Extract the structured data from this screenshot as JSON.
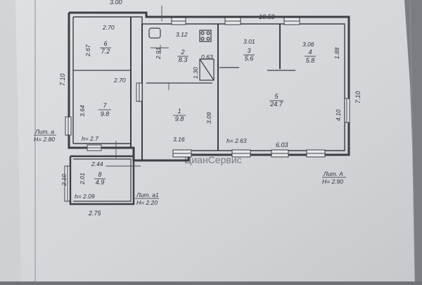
{
  "plan": {
    "overall": {
      "top": "3.00",
      "top_right": "10.53",
      "left": "7.10",
      "right": "7.10",
      "bottom_mid": "6.03",
      "annex_bottom": "2.75"
    },
    "rooms": [
      {
        "num": "6",
        "area": "7.2"
      },
      {
        "num": "2",
        "area": "8.3"
      },
      {
        "num": "3",
        "area": "5.6"
      },
      {
        "num": "4",
        "area": "5.8"
      },
      {
        "num": "7",
        "area": "9.8"
      },
      {
        "num": "1",
        "area": "9.8"
      },
      {
        "num": "5",
        "area": "24.7"
      },
      {
        "num": "8",
        "area": "4.9"
      }
    ],
    "dims": {
      "r6_w": "2.70",
      "r6_h": "2.67",
      "r7_w": "2.70",
      "r7_h": "3.64",
      "r2_w": "3.12",
      "r2_h": "2.91",
      "stair_w": "0.63",
      "stair_h": "1.30",
      "r3_w": "3.01",
      "r4_w": "3.06",
      "r4_h": "1.88",
      "r1_h": "3.09",
      "r1_w": "3.16",
      "r5_h": "4.10",
      "annex_w": "2.44",
      "annex_h1": "2.10",
      "annex_h2": "2.01"
    },
    "heights": {
      "h_left": "h= 2.7",
      "h_mid": "h= 2.63",
      "h_annex": "h= 2.09"
    },
    "liters": [
      {
        "lit": "Лит. а",
        "h": "H= 2.80"
      },
      {
        "lit": "Лит. а1",
        "h": "H= 2.20"
      },
      {
        "lit": "Лит. А",
        "h": "H= 2.90"
      }
    ],
    "watermark": "ЦианСервис"
  }
}
